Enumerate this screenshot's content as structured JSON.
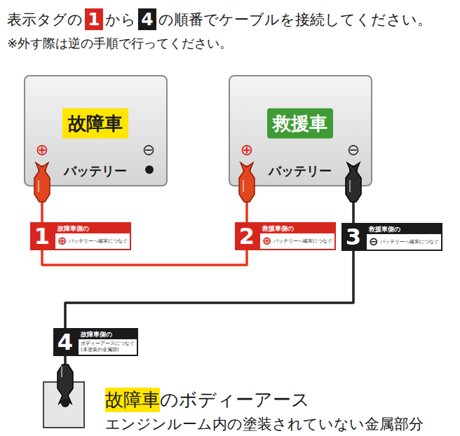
{
  "diagram": {
    "nodes": [
      {
        "text": [
          "故障車",
          "⊕",
          "⊖",
          "バッテリー"
        ]
      },
      {
        "text": [
          "救援車",
          "⊕",
          "⊖",
          "バッテリー"
        ]
      },
      {
        "text": [
          "1",
          "故障車側の",
          "⊕",
          "バッテリーへ確実につなぐ"
        ]
      },
      {
        "text": [
          "2",
          "救援車側の",
          "⊕",
          "バッテリーへ確実につなぐ"
        ]
      },
      {
        "text": [
          "3",
          "救援車側の",
          "⊖",
          "バッテリーへ確実につなぐ"
        ]
      },
      {
        "text": [
          "4",
          "故障車側の",
          "ボディーアースにつなぐ",
          "(未塗装の金属部)"
        ]
      },
      {
        "text": [
          "故障車のボディーアース",
          "エンジンルーム内の塗装されていない金属部分"
        ]
      }
    ],
    "edges": [
      {
        "from": 0,
        "to": 2,
        "arrow": "none"
      },
      {
        "from": 2,
        "to": 3,
        "arrow": "none"
      },
      {
        "from": 3,
        "to": 1,
        "arrow": "none"
      },
      {
        "from": 1,
        "to": 4,
        "arrow": "none"
      },
      {
        "from": 4,
        "to": 5,
        "arrow": "none"
      },
      {
        "from": 5,
        "to": 6,
        "arrow": "none"
      }
    ],
    "labels": [
      "表示タグの",
      "1",
      "から",
      "4",
      "の順番でケーブルを接続してください。",
      "※外す際は逆の手順で行ってください。"
    ]
  }
}
